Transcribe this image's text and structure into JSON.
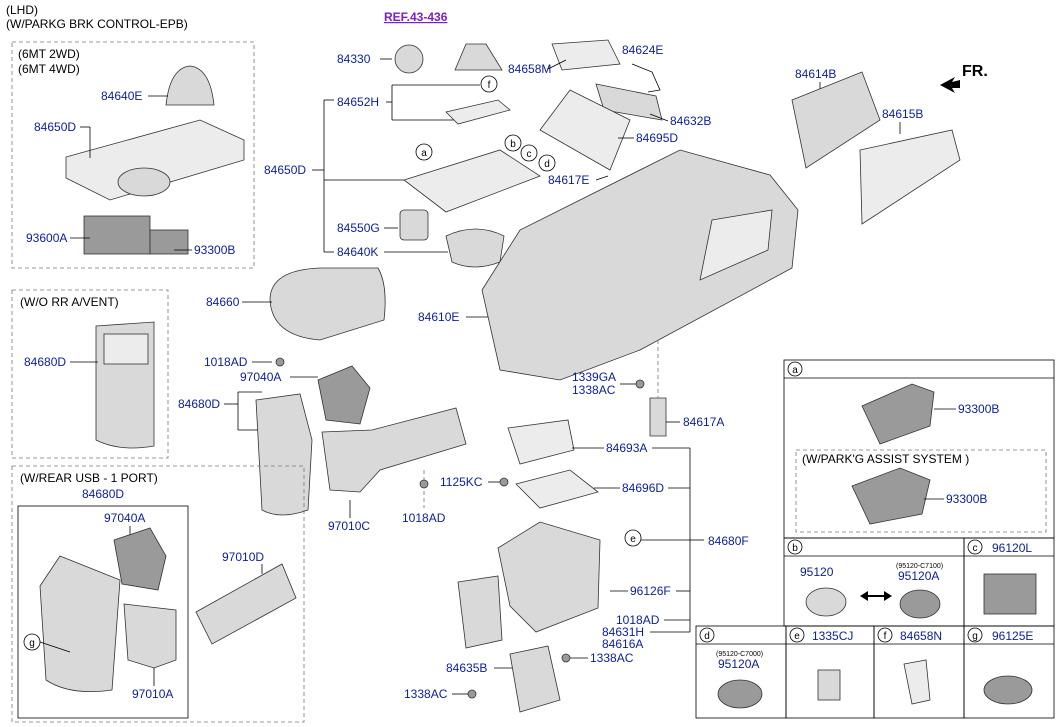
{
  "header": {
    "line1": "(LHD)",
    "line2": "(W/PARKG BRK CONTROL-EPB)"
  },
  "ref": "REF.43-436",
  "direction": "FR.",
  "group_6mt": {
    "line1": "(6MT 2WD)",
    "line2": "(6MT 4WD)"
  },
  "group_wo_rr": "(W/O RR A/VENT)",
  "group_rear_usb": "(W/REAR USB - 1 PORT)",
  "labels": {
    "p84640E": "84640E",
    "p84650D_a": "84650D",
    "p93600A": "93600A",
    "p93300B_a": "93300B",
    "p84330": "84330",
    "p84652H": "84652H",
    "p84650D_b": "84650D",
    "p84550G": "84550G",
    "p84640K": "84640K",
    "p84658M": "84658M",
    "p84624E": "84624E",
    "p84632B": "84632B",
    "p84695D": "84695D",
    "p84617E": "84617E",
    "p84614B": "84614B",
    "p84615B": "84615B",
    "p84610E": "84610E",
    "p84660": "84660",
    "p1018AD_a": "1018AD",
    "p97040A_a": "97040A",
    "p84680D_a": "84680D",
    "p84680D_b": "84680D",
    "p97010C": "97010C",
    "p1018AD_b": "1018AD",
    "p84680D_c": "84680D",
    "p97040A_b": "97040A",
    "p97010D": "97010D",
    "p97010A": "97010A",
    "p1339GA": "1339GA",
    "p1338AC_a": "1338AC",
    "p84617A": "84617A",
    "p84693A": "84693A",
    "p1125KC": "1125KC",
    "p84696D": "84696D",
    "p84680F": "84680F",
    "p96126F": "96126F",
    "p1018AD_c": "1018AD",
    "p84631H": "84631H",
    "p84616A": "84616A",
    "p84635B": "84635B",
    "p1338AC_b": "1338AC",
    "p1338AC_c": "1338AC"
  },
  "callouts": {
    "a": "a",
    "b": "b",
    "c": "c",
    "d": "d",
    "e": "e",
    "f": "f",
    "g": "g"
  },
  "panels": {
    "a": {
      "letter": "a",
      "part": "93300B",
      "sub_title": "(W/PARK'G ASSIST SYSTEM )",
      "sub_part": "93300B"
    },
    "b": {
      "letter": "b",
      "part1": "95120",
      "note": "(95120-C7100)",
      "part2": "95120A"
    },
    "c": {
      "letter": "c",
      "part": "96120L"
    },
    "d": {
      "letter": "d",
      "note": "(95120-C7000)",
      "part": "95120A"
    },
    "e": {
      "letter": "e",
      "part": "1335CJ"
    },
    "f": {
      "letter": "f",
      "part": "84658N"
    },
    "g": {
      "letter": "g",
      "part": "96125E"
    }
  },
  "colors": {
    "label": "#0a1e9c",
    "ref": "#7a1fc9",
    "part_fill": "#d9d9d9"
  }
}
